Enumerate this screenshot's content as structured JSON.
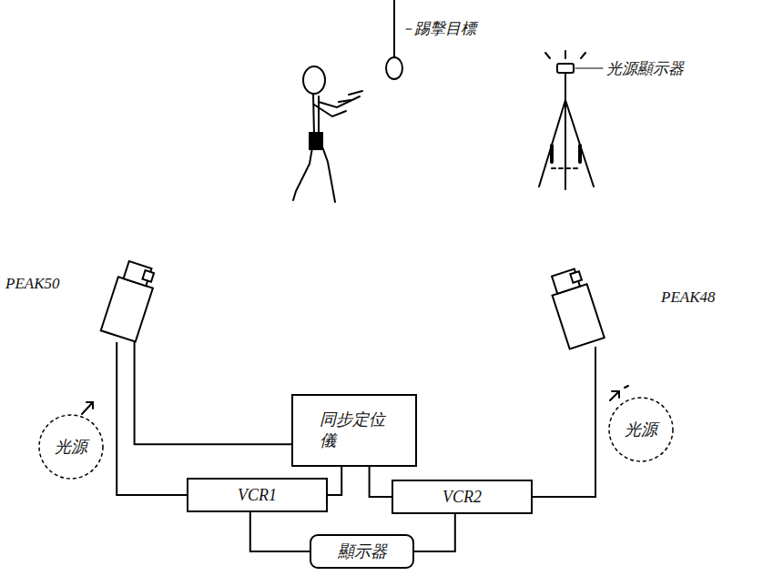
{
  "diagram": {
    "nodes": [
      {
        "text": [
          "PEAK50"
        ]
      },
      {
        "text": [
          "PEAK48"
        ]
      },
      {
        "text": [
          "光源"
        ]
      },
      {
        "text": [
          "光源"
        ]
      },
      {
        "text": [
          "同步定位儀"
        ]
      },
      {
        "text": [
          "VCR1"
        ]
      },
      {
        "text": [
          "VCR2"
        ]
      },
      {
        "text": [
          "顯示器"
        ]
      }
    ],
    "edges": [
      {
        "from": 0,
        "to": 4,
        "arrow": "none"
      },
      {
        "from": 0,
        "to": 5,
        "arrow": "none"
      },
      {
        "from": 4,
        "to": 5,
        "arrow": "none"
      },
      {
        "from": 4,
        "to": 6,
        "arrow": "none"
      },
      {
        "from": 6,
        "to": 1,
        "arrow": "none"
      },
      {
        "from": 5,
        "to": 7,
        "arrow": "none"
      },
      {
        "from": 6,
        "to": 7,
        "arrow": "none"
      }
    ],
    "labels": [
      "踢擊目標",
      "光源顯示器"
    ]
  }
}
